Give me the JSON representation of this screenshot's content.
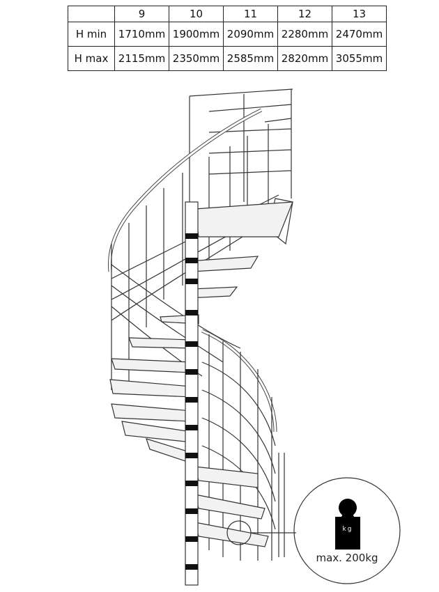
{
  "table": {
    "header": [
      "",
      "9",
      "10",
      "11",
      "12",
      "13"
    ],
    "rows": [
      {
        "label": "H min",
        "values": [
          "1710mm",
          "1900mm",
          "2090mm",
          "2280mm",
          "2470mm"
        ]
      },
      {
        "label": "H max",
        "values": [
          "2115mm",
          "2350mm",
          "2585mm",
          "2820mm",
          "3055mm"
        ]
      }
    ]
  },
  "load": {
    "unit_icon_text": "kg",
    "caption": "max. 200kg"
  }
}
